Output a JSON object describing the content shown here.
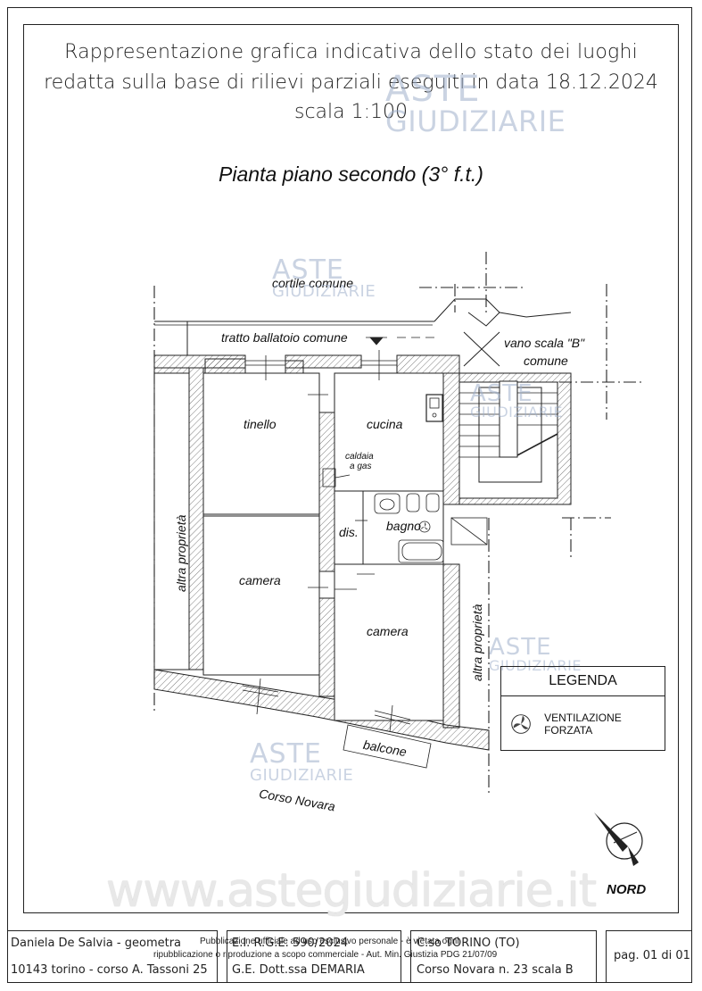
{
  "header": {
    "line1": "Rappresentazione grafica indicativa dello stato dei luoghi",
    "line2": "redatta sulla base di rilievi parziali eseguiti in data 18.12.2024",
    "line3": "scala 1:100"
  },
  "subtitle": "Pianta piano secondo (3° f.t.)",
  "plan_labels": {
    "cortile": "cortile comune",
    "ballatoio": "tratto ballatoio comune",
    "vano_scala": "vano scala \"B\"",
    "vano_scala2": "comune",
    "tinello": "tinello",
    "cucina": "cucina",
    "caldaia": "caldaia",
    "caldaia2": "a gas",
    "dis": "dis.",
    "bagno": "bagno",
    "camera1": "camera",
    "camera2": "camera",
    "balcone": "balcone",
    "altra_left": "altra proprietà",
    "altra_right": "altra proprietà",
    "corso": "Corso Novara"
  },
  "watermark": {
    "aste": "ASTE",
    "giudiziarie": "GIUDIZIARIE",
    "site": "www.astegiudiziarie.it"
  },
  "legend": {
    "title": "LEGENDA",
    "item": "VENTILAZIONE FORZATA",
    "icon": "fan-icon"
  },
  "compass": {
    "label": "NORD"
  },
  "footer": {
    "author": "Daniela De Salvia - geometra",
    "address": "10143 torino - corso A. Tassoni 25",
    "case": "E.I. R.G.E. 590/2024",
    "judge": "G.E. Dott.ssa DEMARIA",
    "city": "C.so TORINO (TO)",
    "street": "Corso Novara n. 23 scala B",
    "page": "pag. 01 di 01",
    "pub1": "Pubblicazione ufficiale ad uso esclusivo personale - è vietata ogni",
    "pub2": "ripubblicazione o riproduzione a scopo commerciale - Aut. Min. Giustizia PDG 21/07/09"
  },
  "colors": {
    "ink": "#111111",
    "watermark": "#9fb0cc"
  }
}
